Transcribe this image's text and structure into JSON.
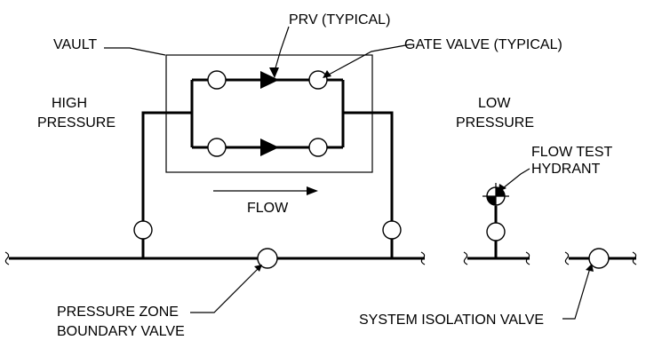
{
  "labels": {
    "prv": "PRV (TYPICAL)",
    "gate_valve": "GATE VALVE (TYPICAL)",
    "vault": "VAULT",
    "high_pressure_line1": "HIGH",
    "high_pressure_line2": "PRESSURE",
    "low_pressure_line1": "LOW",
    "low_pressure_line2": "PRESSURE",
    "flow_test_line1": "FLOW TEST",
    "flow_test_line2": "HYDRANT",
    "flow": "FLOW",
    "boundary_line1": "PRESSURE ZONE",
    "boundary_line2": "BOUNDARY VALVE",
    "isolation": "SYSTEM ISOLATION VALVE"
  }
}
